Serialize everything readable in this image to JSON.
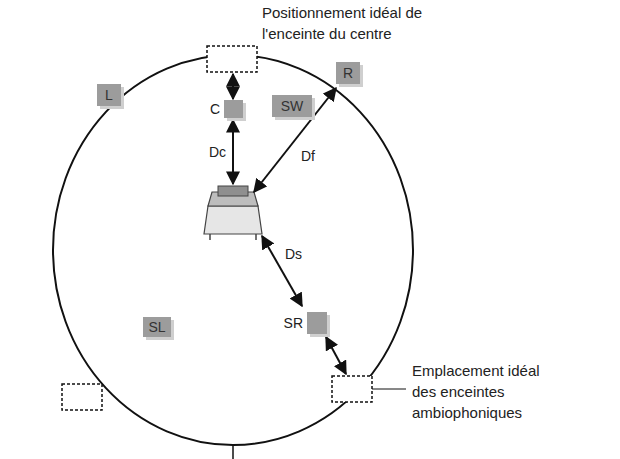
{
  "diagram": {
    "nodes": [
      {
        "text": [
          "L"
        ]
      },
      {
        "text": [
          "C"
        ]
      },
      {
        "text": [
          "SW"
        ]
      },
      {
        "text": [
          "R"
        ]
      },
      {
        "text": [
          "SL"
        ]
      },
      {
        "text": [
          "SR"
        ]
      }
    ],
    "labels": [
      "Positionnement idéal de l'enceinte du centre",
      "Dc",
      "Df",
      "Ds",
      "Emplacement idéal des enceintes ambiophoniques"
    ]
  }
}
